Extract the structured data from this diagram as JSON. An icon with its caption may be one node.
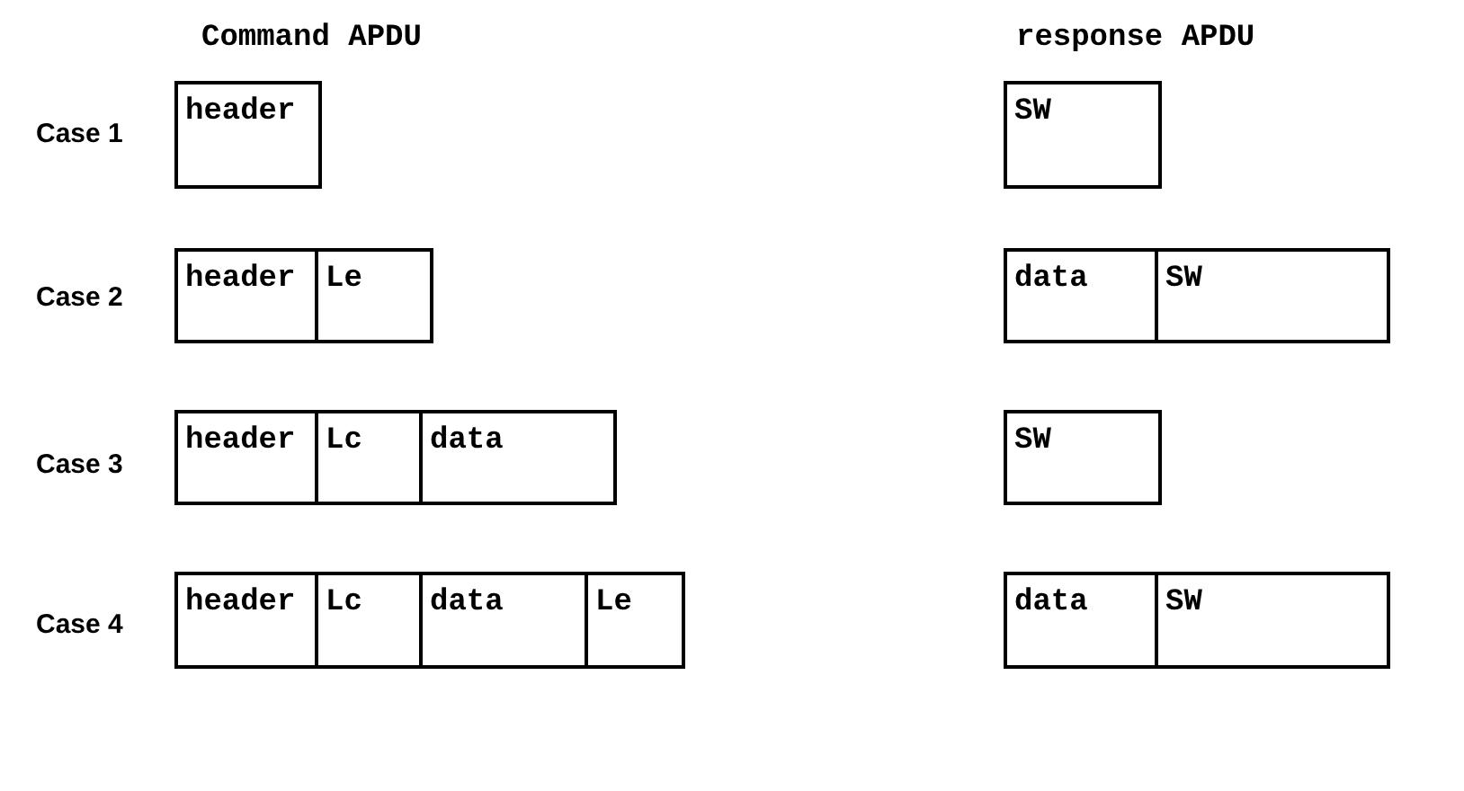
{
  "diagram": {
    "nodes": [
      {
        "text": [
          "header"
        ]
      },
      {
        "text": [
          "SW"
        ]
      },
      {
        "text": [
          "header"
        ]
      },
      {
        "text": [
          "Le"
        ]
      },
      {
        "text": [
          "data"
        ]
      },
      {
        "text": [
          "SW"
        ]
      },
      {
        "text": [
          "header"
        ]
      },
      {
        "text": [
          "Lc"
        ]
      },
      {
        "text": [
          "data"
        ]
      },
      {
        "text": [
          "SW"
        ]
      },
      {
        "text": [
          "header"
        ]
      },
      {
        "text": [
          "Lc"
        ]
      },
      {
        "text": [
          "data"
        ]
      },
      {
        "text": [
          "Le"
        ]
      },
      {
        "text": [
          "data"
        ]
      },
      {
        "text": [
          "SW"
        ]
      }
    ],
    "labels": [
      "Command APDU",
      "response APDU",
      "Case 1",
      "Case 2",
      "Case 3",
      "Case 4"
    ]
  }
}
